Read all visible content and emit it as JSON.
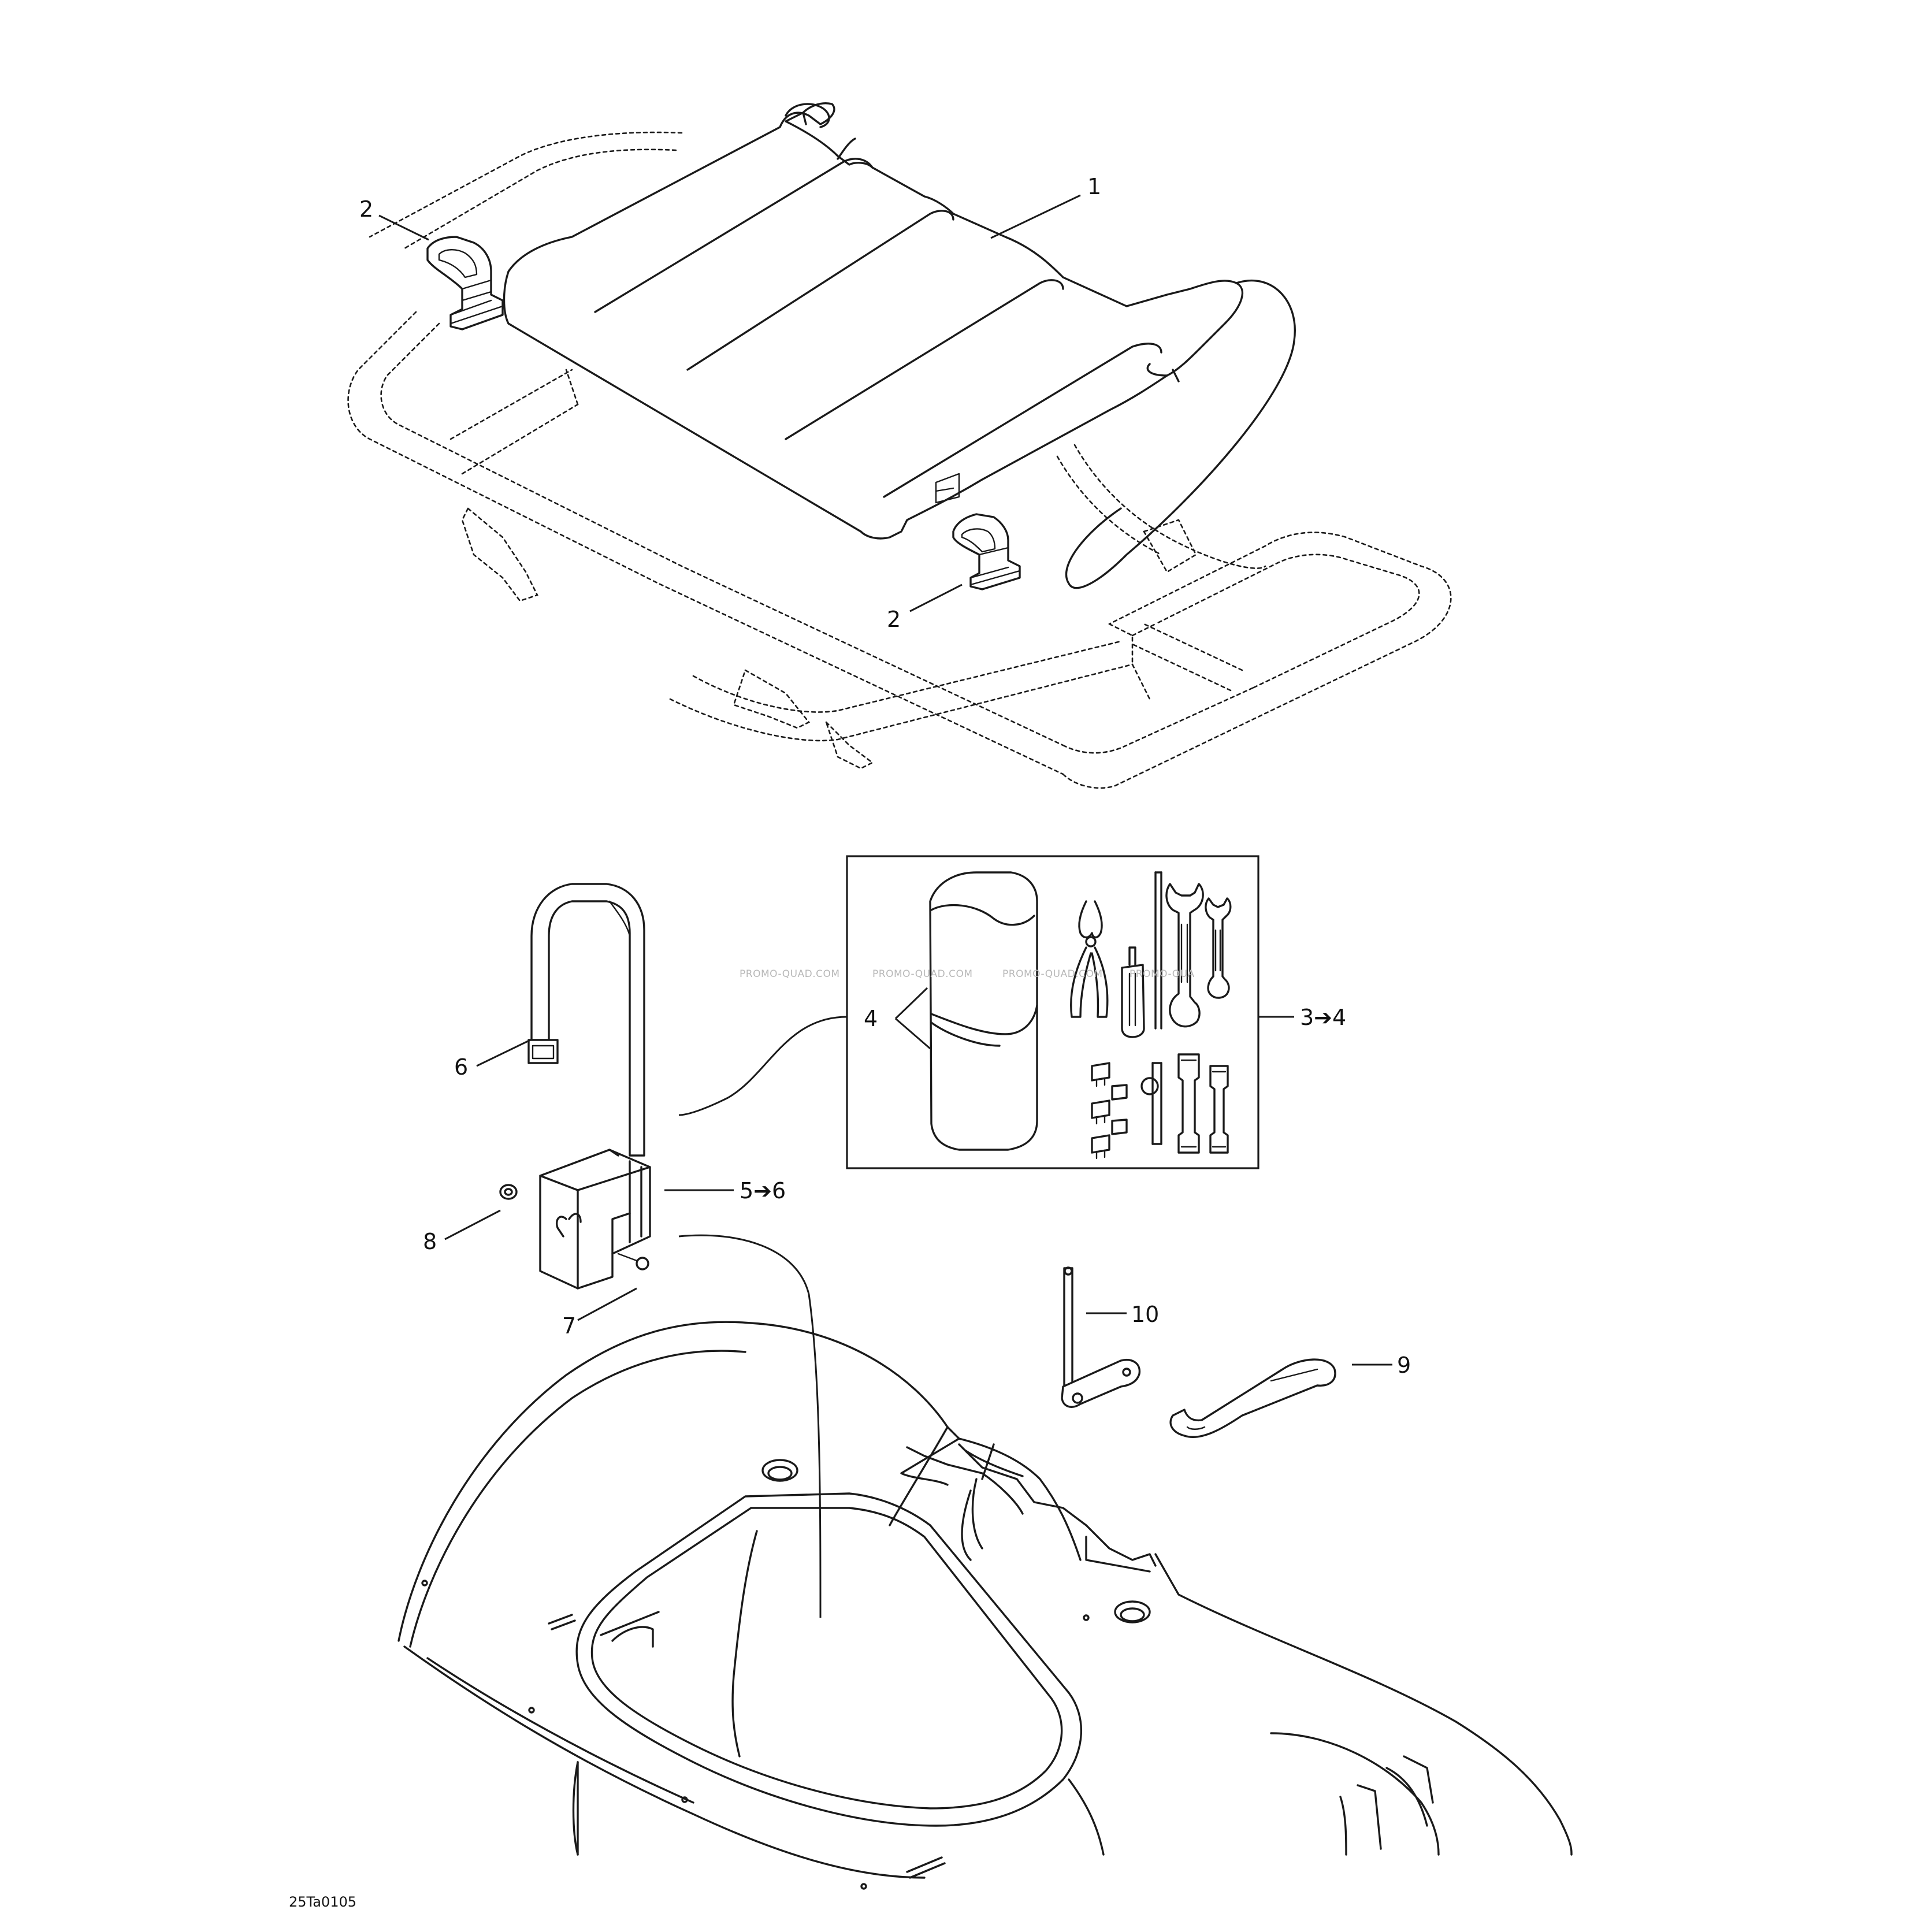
{
  "callouts": {
    "c1": "1",
    "c2a": "2",
    "c2b": "2",
    "c34": "3➔4",
    "c4": "4",
    "c56": "5➔6",
    "c6": "6",
    "c7": "7",
    "c8": "8",
    "c9": "9",
    "c10": "10"
  },
  "drawing_code": "25Ta0105",
  "watermarks": [
    "PROMO-QUAD.COM",
    "PROMO-QUAD.COM",
    "PROMO-QUAD.COM",
    "PROMO-QUA"
  ]
}
